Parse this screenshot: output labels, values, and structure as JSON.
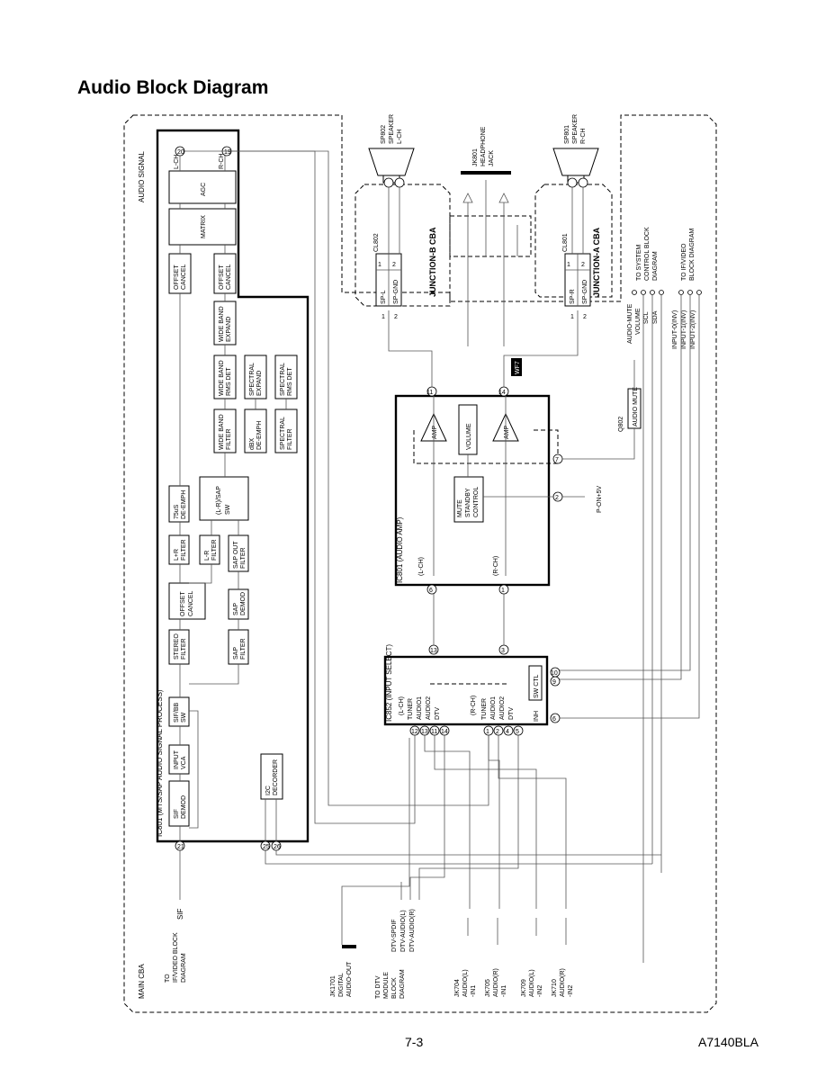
{
  "page": {
    "title": "Audio Block Diagram",
    "page_number": "7-3",
    "doc_code": "A7140BLA"
  },
  "legend": {
    "label": "AUDIO SIGNAL"
  },
  "cbas": {
    "main": "MAIN CBA",
    "junction_b": "JUNCTION-B CBA",
    "junction_a": "JUNCTION-A CBA"
  },
  "ic801": {
    "title": "IC801 (MTS/SAP AUDIO SIGNAL PROCESS)",
    "blocks": {
      "sif_demod": [
        "SIF",
        "DEMOD"
      ],
      "input_vca": [
        "INPUT",
        "VCA"
      ],
      "sif_bb_sw": [
        "SIF/BB",
        "SW"
      ],
      "stereo_filter": [
        "STEREO",
        "FILTER"
      ],
      "sap_filter": [
        "SAP",
        "FILTER"
      ],
      "offset_cancel_1": [
        "OFFSET",
        "CANCEL"
      ],
      "sap_demod": [
        "SAP",
        "DEMOD"
      ],
      "lr_plus_filter": [
        "L+R",
        "FILTER"
      ],
      "lr_minus_filter": [
        "L-R",
        "FILTER"
      ],
      "sap_out_filter": [
        "SAP OUT",
        "FILTER"
      ],
      "de_emph_75us": [
        "75uS",
        "DE-EMPH"
      ],
      "lr_sap_sw": [
        "(L-R)/SAP",
        "SW"
      ],
      "wide_band_filter": [
        "WIDE BAND",
        "FILTER"
      ],
      "dbx_de_emph": [
        "dBX",
        "DE-EMPH"
      ],
      "spectral_filter": [
        "SPECTRAL",
        "FILTER"
      ],
      "wide_band_rms_det": [
        "WIDE BAND",
        "RMS DET"
      ],
      "spectral_expand": [
        "SPECTRAL",
        "EXPAND"
      ],
      "spectral_rms_det": [
        "SPECTRAL",
        "RMS DET"
      ],
      "wide_band_expand": [
        "WIDE BAND",
        "EXPAND"
      ],
      "offset_cancel_2": [
        "OFFSET",
        "CANCEL"
      ],
      "offset_cancel_3": [
        "OFFSET",
        "CANCEL"
      ],
      "matrix": [
        "MATRIX"
      ],
      "agc": [
        "AGC"
      ],
      "i2c_decoder": [
        "I2C",
        "DECORDER"
      ]
    },
    "outputs": [
      "L-CH",
      "R-CH"
    ],
    "pins": [
      "21",
      "25",
      "26",
      "20",
      "19"
    ]
  },
  "ic852": {
    "title": "IC852 (INPUT SELECT)",
    "lch_label": "(L-CH)",
    "rch_label": "(R-CH)",
    "lch_inputs": [
      "TUNER",
      "AUDIO1",
      "AUDIO2",
      "DTV"
    ],
    "rch_inputs": [
      "TUNER",
      "AUDIO1",
      "AUDIO2",
      "DTV"
    ],
    "sw_ctl": "SW CTL",
    "inh": "INH",
    "pins_left": [
      "12",
      "13",
      "11",
      "14"
    ],
    "pins_right": [
      "1",
      "2",
      "4",
      "5"
    ],
    "pins_other": [
      "13",
      "3",
      "9",
      "10",
      "6"
    ]
  },
  "ic801_amp": {
    "title": "IC801 (AUDIO AMP)",
    "lch_label": "(L-CH)",
    "rch_label": "(R-CH)",
    "amp": "AMP",
    "volume": "VOLUME",
    "mute": [
      "MUTE",
      "STANDBY",
      "CONTROL"
    ],
    "p_on": "P-ON+5V",
    "pins": [
      "6",
      "1",
      "11",
      "14",
      "7",
      "2"
    ]
  },
  "q802": {
    "ref": "Q802",
    "label": "AUDIO MUTE"
  },
  "wf": "WF7",
  "cl802": {
    "ref": "CL802",
    "pins": [
      {
        "num": "1",
        "sig": "SP-L",
        "far": "1"
      },
      {
        "num": "2",
        "sig": "SP-GND",
        "far": "2"
      }
    ]
  },
  "cl801": {
    "ref": "CL801",
    "pins": [
      {
        "num": "1",
        "sig": "SP-R",
        "far": "1"
      },
      {
        "num": "2",
        "sig": "SP-GND",
        "far": "2"
      }
    ]
  },
  "speakers": {
    "sp802": [
      "SP802",
      "SPEAKER",
      "L-CH"
    ],
    "sp801": [
      "SP801",
      "SPEAKER",
      "R-CH"
    ]
  },
  "headphone": [
    "JK801",
    "HEADPHONE",
    "JACK"
  ],
  "system_control": {
    "lines": [
      "TO SYSTEM",
      "CONTROL BLOCK",
      "DIAGRAM"
    ],
    "signals": [
      "AUDIO-MUTE",
      "VOLUME",
      "SCL",
      "SDA"
    ]
  },
  "if_video": {
    "lines": [
      "TO IF/VIDEO",
      "BLOCK DIAGRAM"
    ],
    "signals": [
      "INPUT-0(INV)",
      "INPUT-1(INV)",
      "INPUT-2(INV)"
    ]
  },
  "sif_source": {
    "lines": [
      "TO",
      "IF/VIDEO BLOCK",
      "DIAGRAM"
    ],
    "signal": "SIF"
  },
  "digital_out": [
    "JK1701",
    "DIGITAL",
    "AUDIO-OUT"
  ],
  "dtv_module": {
    "lines": [
      "TO DTV",
      "MODULE",
      "BLOCK",
      "DIAGRAM"
    ],
    "signals": [
      "DTV-SPDIF",
      "DTV-AUDIO(L)",
      "DTV-AUDIO(R)"
    ]
  },
  "jacks": {
    "jk704": [
      "JK704",
      "AUDIO(L)",
      "-IN1"
    ],
    "jk705": [
      "JK705",
      "AUDIO(R)",
      "-IN1"
    ],
    "jk709": [
      "JK709",
      "AUDIO(L)",
      "-IN2"
    ],
    "jk710": [
      "JK710",
      "AUDIO(R)",
      "-IN2"
    ]
  }
}
